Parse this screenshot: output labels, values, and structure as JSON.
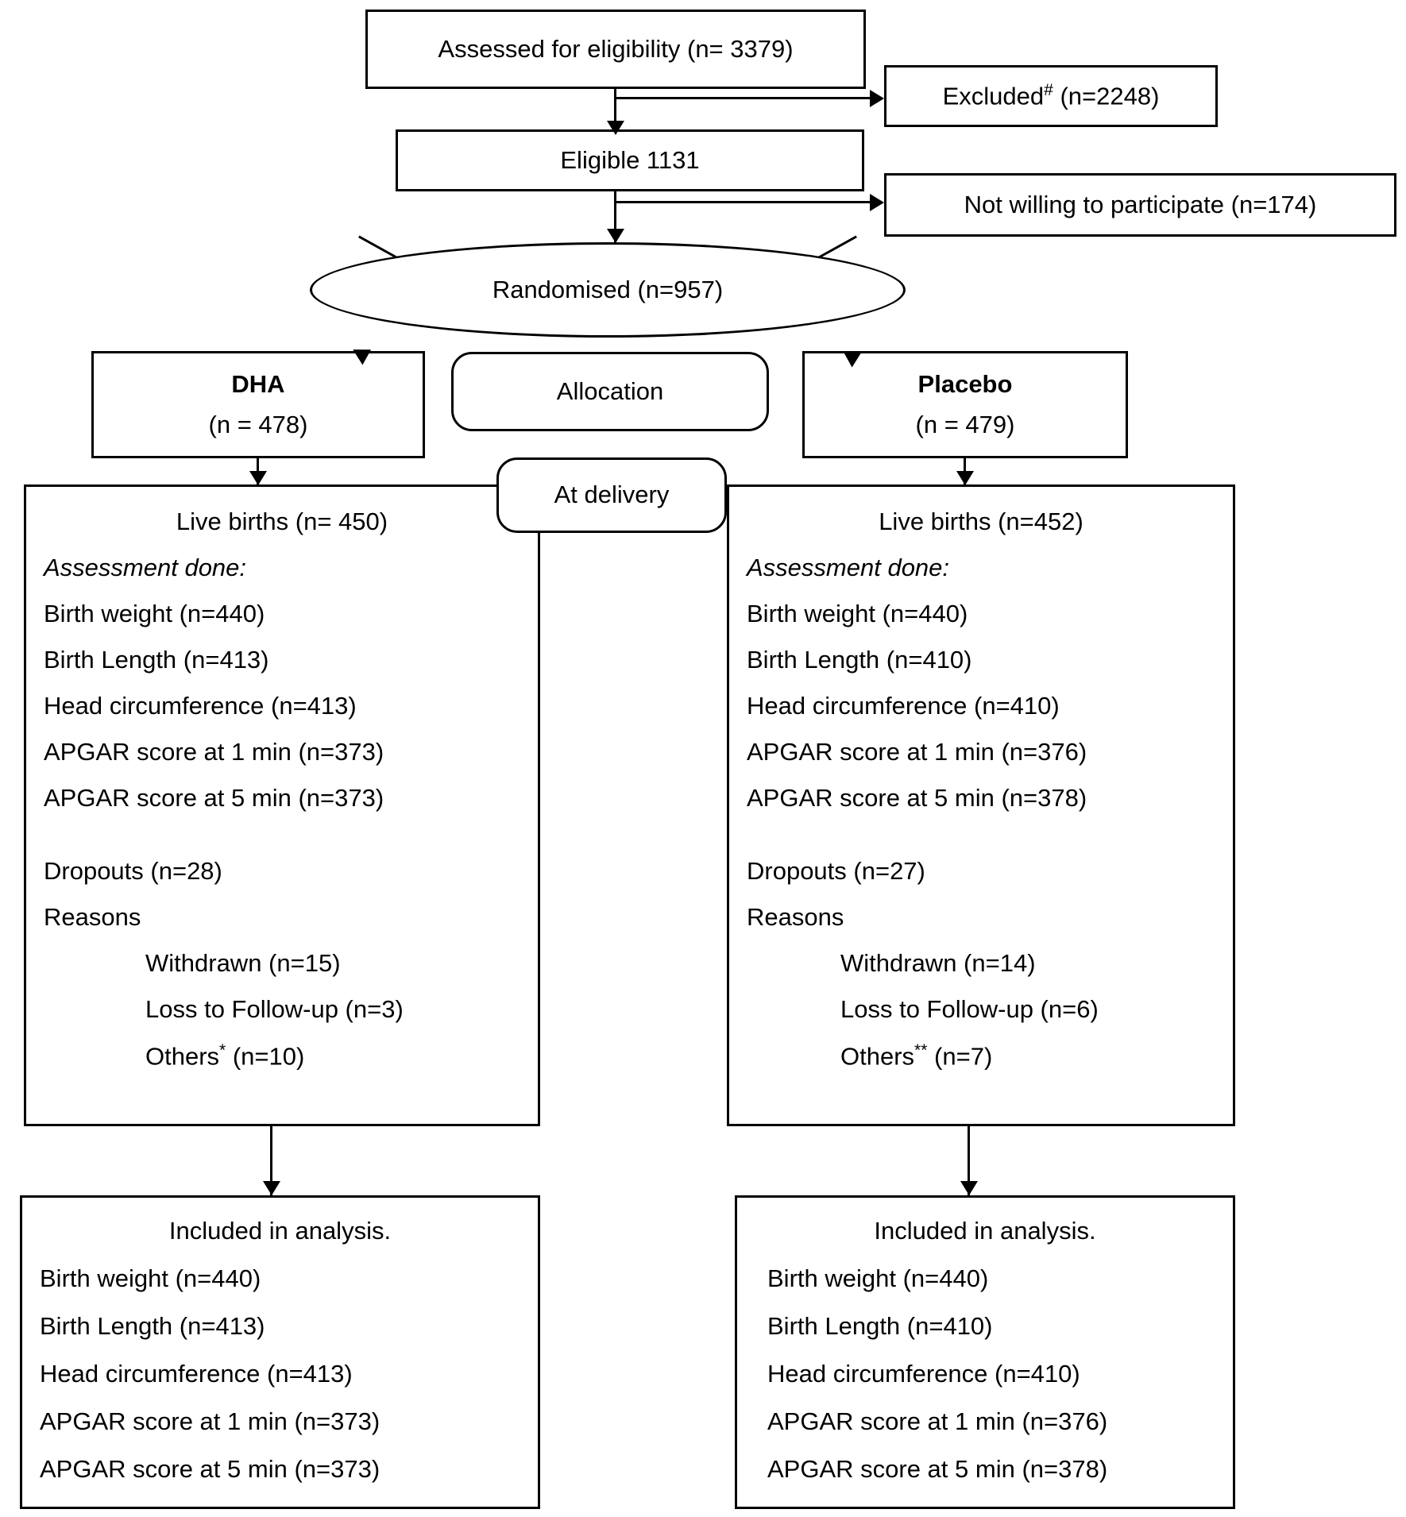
{
  "diagram": {
    "type": "consort-flow-diagram",
    "nodes": {
      "assessed": "Assessed for eligibility (n= 3379)",
      "excluded_pre": "Excluded",
      "excluded_sup": "#",
      "excluded_post": " (n=2248)",
      "eligible": "Eligible    1131",
      "not_willing": "Not willing to participate (n=174)",
      "randomised": "Randomised (n=957)",
      "allocation_label": "Allocation",
      "at_delivery_label": "At delivery",
      "dha_title": "DHA",
      "dha_n": "(n = 478)",
      "placebo_title": "Placebo",
      "placebo_n": "(n = 479)"
    },
    "dha_panel": {
      "live_births": "Live births (n= 450)",
      "assessment_heading": "Assessment done:",
      "assessments": [
        "Birth weight (n=440)",
        "Birth Length (n=413)",
        "Head circumference (n=413)",
        "APGAR score at 1 min (n=373)",
        "APGAR score at 5 min (n=373)"
      ],
      "dropouts": "Dropouts (n=28)",
      "reasons_heading": "Reasons",
      "reasons": [
        "Withdrawn (n=15)",
        "Loss to Follow-up (n=3)"
      ],
      "others_pre": "Others",
      "others_sup": "*",
      "others_post": " (n=10)"
    },
    "placebo_panel": {
      "live_births": "Live births (n=452)",
      "assessment_heading": "Assessment done:",
      "assessments": [
        "Birth weight (n=440)",
        "Birth Length (n=410)",
        "Head  circumference (n=410)",
        "APGAR score at 1 min (n=376)",
        "APGAR score at 5 min (n=378)"
      ],
      "dropouts": "Dropouts (n=27)",
      "reasons_heading": "Reasons",
      "reasons": [
        "Withdrawn  (n=14)",
        "Loss to Follow-up (n=6)"
      ],
      "others_pre": "Others",
      "others_sup": "**",
      "others_post": " (n=7)"
    },
    "dha_analysis": {
      "heading": "Included in analysis.",
      "items": [
        "Birth weight (n=440)",
        "Birth Length (n=413)",
        "Head circumference (n=413)",
        "APGAR score at 1 min (n=373)",
        "APGAR score at 5 min (n=373)"
      ]
    },
    "placebo_analysis": {
      "heading": "Included in analysis.",
      "items": [
        "Birth weight (n=440)",
        "Birth Length (n=410)",
        "Head circumference (n=410)",
        "APGAR score at 1 min (n=376)",
        "APGAR score at 5 min (n=378)"
      ]
    },
    "colors": {
      "stroke": "#000000",
      "fill": "#ffffff"
    }
  }
}
